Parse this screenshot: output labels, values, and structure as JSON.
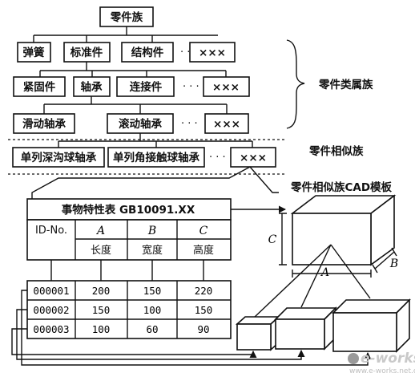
{
  "hierarchy": {
    "root": "零件族",
    "level1": [
      "弹簧",
      "标准件",
      "结构件",
      "×××"
    ],
    "level2": [
      "紧固件",
      "轴承",
      "连接件",
      "×××"
    ],
    "level3": [
      "滑动轴承",
      "滚动轴承",
      "×××"
    ],
    "level4": [
      "单列深沟球轴承",
      "单列角接触球轴承",
      "×××"
    ],
    "ellipsis": "· · ·"
  },
  "labels": {
    "class_family": "零件类属族",
    "similar_family": "零件相似族",
    "cad_template": "零件相似族CAD模板"
  },
  "table": {
    "title": "事物特性表 GB10091.XX",
    "id_header": "ID-No.",
    "columns": [
      {
        "letter": "A",
        "name": "长度"
      },
      {
        "letter": "B",
        "name": "宽度"
      },
      {
        "letter": "C",
        "name": "高度"
      }
    ],
    "rows": [
      {
        "id": "000001",
        "values": [
          "200",
          "150",
          "220"
        ]
      },
      {
        "id": "000002",
        "values": [
          "150",
          "100",
          "150"
        ]
      },
      {
        "id": "000003",
        "values": [
          "100",
          "60",
          "90"
        ]
      }
    ]
  },
  "dims": {
    "a": "A",
    "b": "B",
    "c": "C"
  },
  "watermark": {
    "brand": "e-works",
    "url": "www.e-works.net.cn"
  },
  "colors": {
    "line": "#111111",
    "background": "#ffffff"
  }
}
